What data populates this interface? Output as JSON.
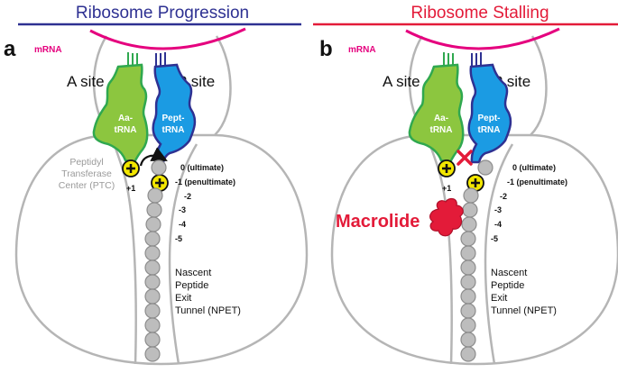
{
  "colors": {
    "progression": "#2e3192",
    "stalling": "#e31b39",
    "mrna": "#e5007e",
    "aa_trna_fill": "#8cc63f",
    "aa_trna_stroke": "#2fa84f",
    "pept_trna_fill": "#1b9be3",
    "pept_trna_stroke": "#2e3192",
    "ribosome_stroke": "#b5b5b5",
    "bead": "#bdbdbd",
    "plus_fill": "#f2e600",
    "macrolide": "#e31b39"
  },
  "panels": [
    {
      "letter": "a",
      "title": "Ribosome Progression",
      "mrna_label": "mRNA",
      "a_site": "A site",
      "p_site": "P site",
      "aa_trna": [
        "Aa-",
        "tRNA"
      ],
      "pept_trna": [
        "Pept-",
        "tRNA"
      ],
      "ptc": [
        "Peptidyl",
        "Transferase",
        "Center (PTC)"
      ],
      "plus_one": "+1",
      "positions": [
        "0 (ultimate)",
        "-1 (penultimate)",
        "-2",
        "-3",
        "-4",
        "-5"
      ],
      "npet": [
        "Nascent",
        "Peptide",
        "Exit",
        "Tunnel (NPET)"
      ],
      "arrow_icon": "curved-arrow",
      "plus_icon": "plus-circle"
    },
    {
      "letter": "b",
      "title": "Ribosome Stalling",
      "mrna_label": "mRNA",
      "a_site": "A site",
      "p_site": "P site",
      "aa_trna": [
        "Aa-",
        "tRNA"
      ],
      "pept_trna": [
        "Pept-",
        "tRNA"
      ],
      "plus_one": "+1",
      "positions": [
        "0 (ultimate)",
        "-1 (penultimate)",
        "-2",
        "-3",
        "-4",
        "-5"
      ],
      "npet": [
        "Nascent",
        "Peptide",
        "Exit",
        "Tunnel (NPET)"
      ],
      "block_icon": "red-x",
      "macrolide": "Macrolide",
      "plus_icon": "plus-circle"
    }
  ]
}
